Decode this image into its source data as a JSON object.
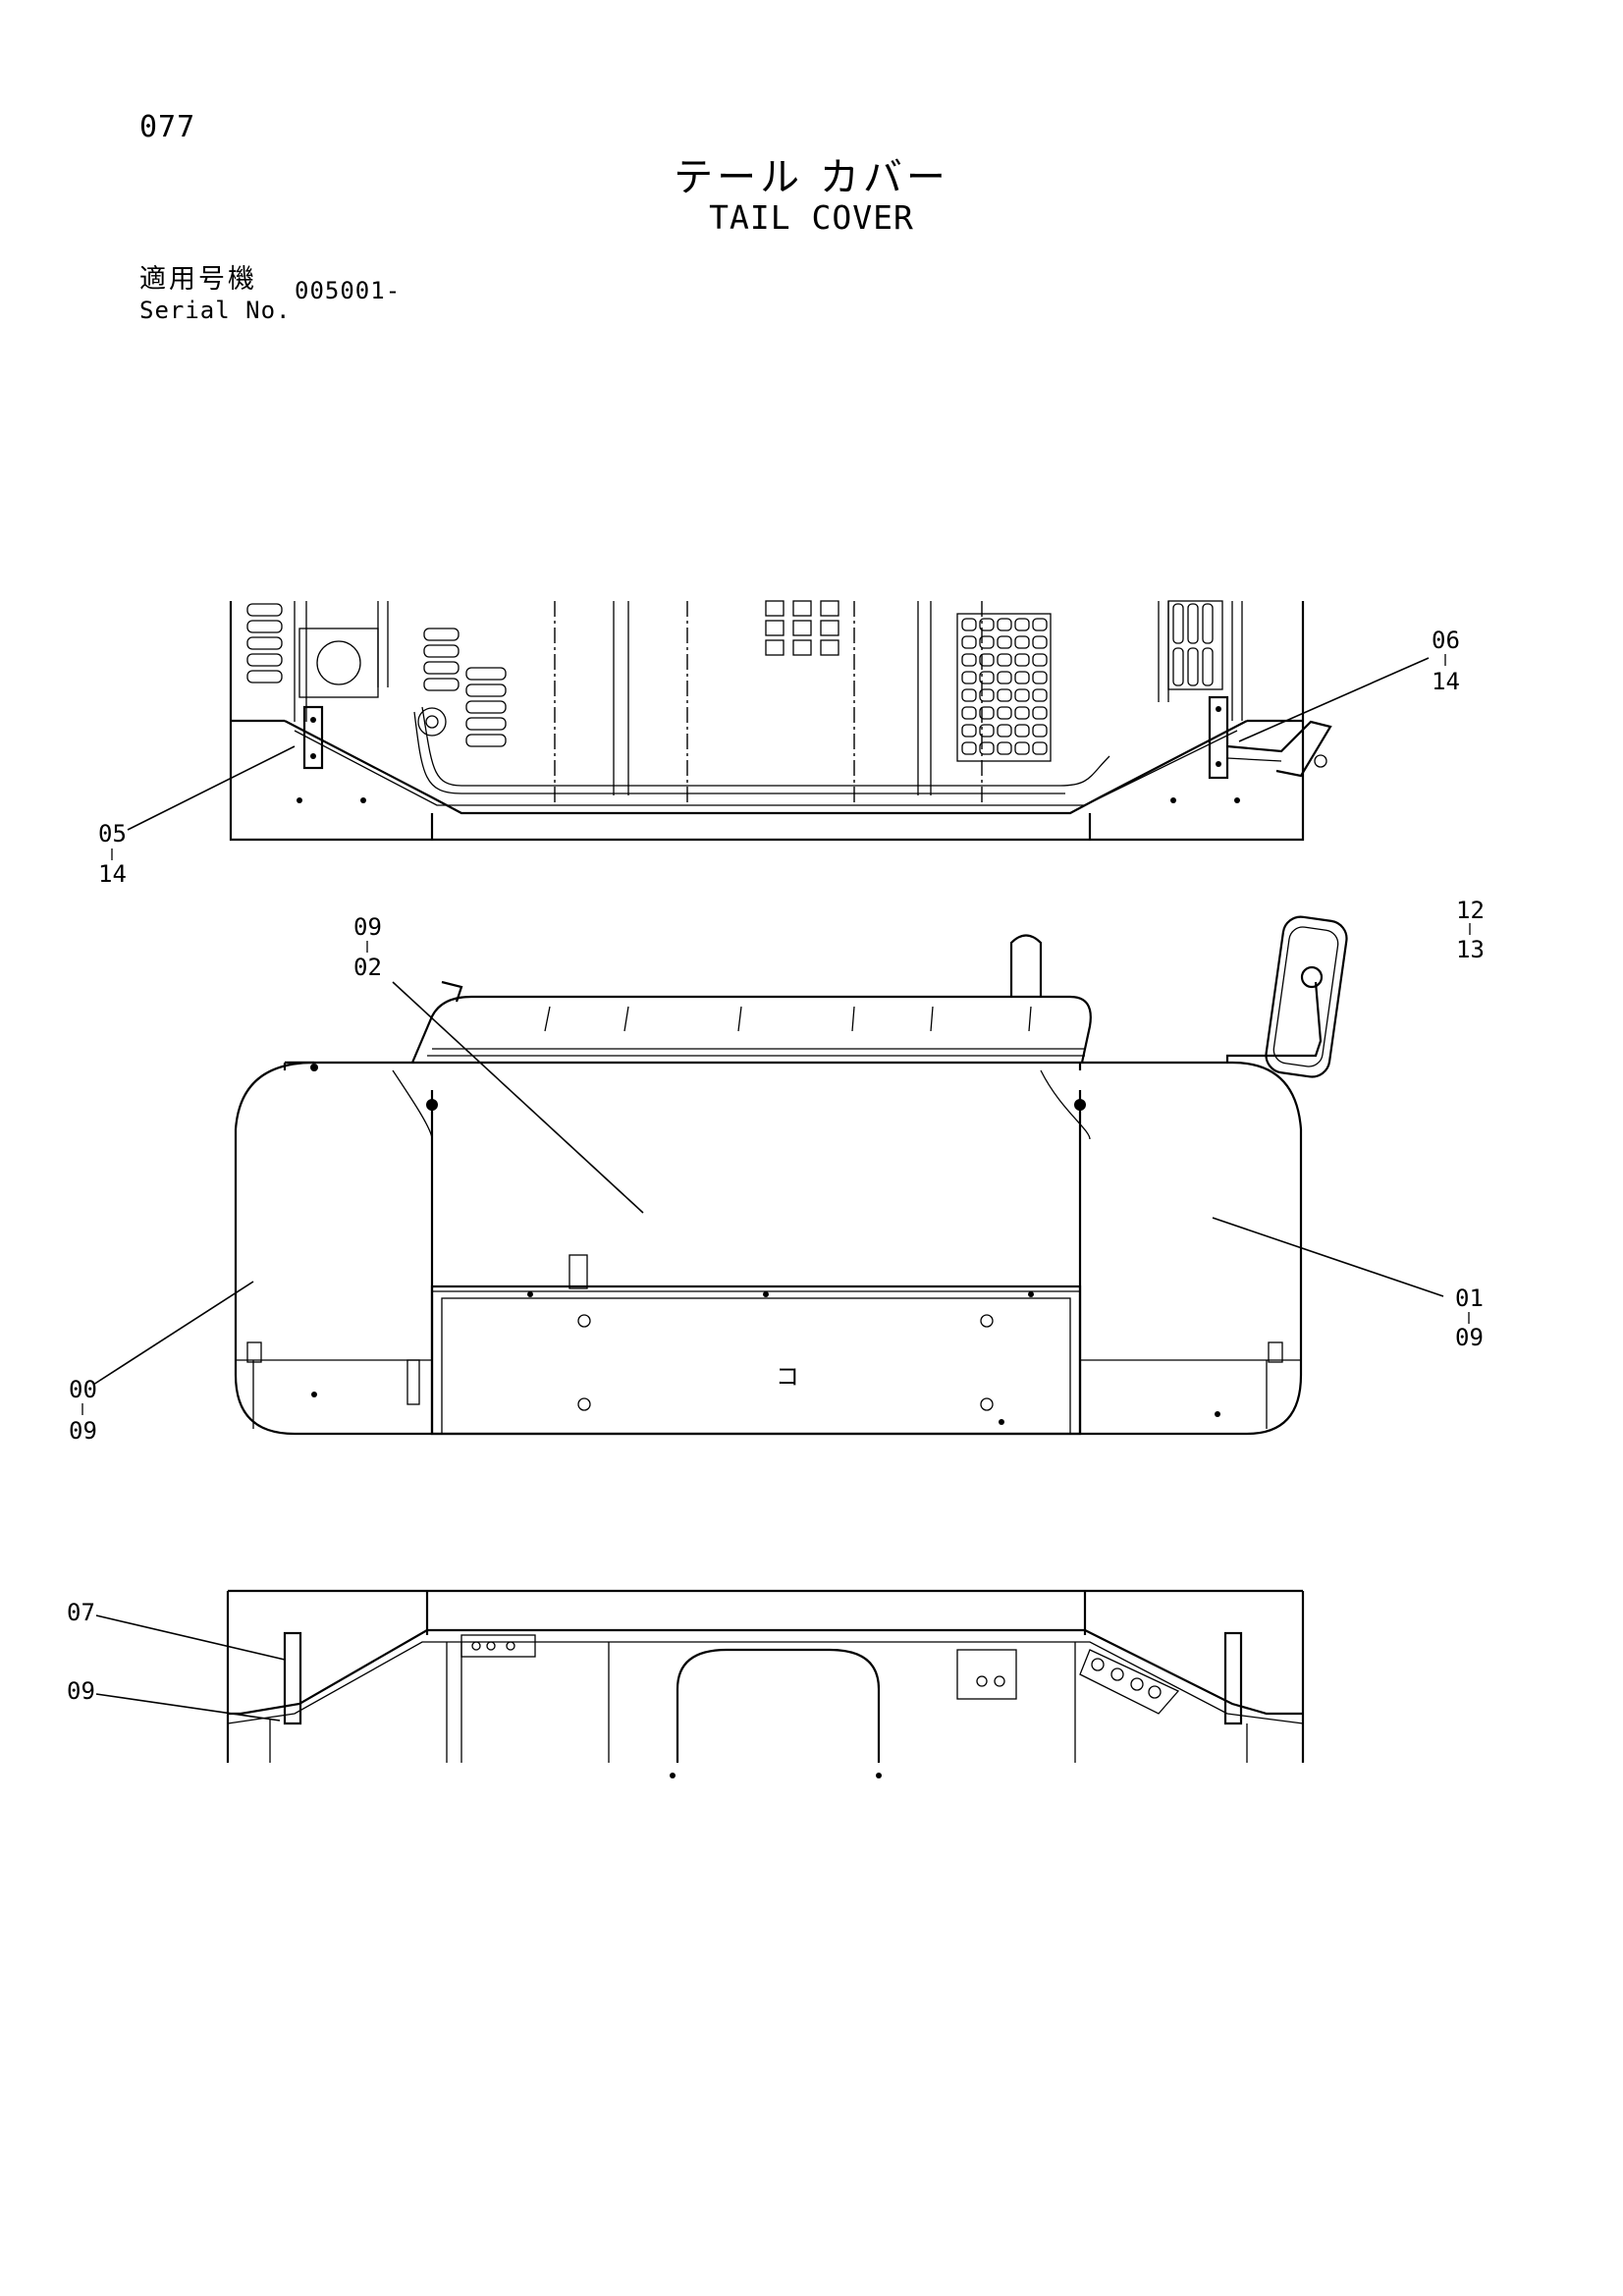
{
  "header": {
    "page_number": "077",
    "title_jp": "テール カバー",
    "title_en": "TAIL COVER",
    "serial_label_jp": "適用号機",
    "serial_label_en": "Serial No.",
    "serial_value": "005001-"
  },
  "callouts": {
    "c1": {
      "top": "06",
      "bottom": "14"
    },
    "c2": {
      "top": "05",
      "bottom": "14"
    },
    "c3": {
      "top": "12",
      "bottom": "13"
    },
    "c4": {
      "top": "09",
      "bottom": "02"
    },
    "c5": {
      "top": "01",
      "bottom": "09"
    },
    "c6": {
      "top": "00",
      "bottom": "09"
    },
    "c7": {
      "top": "07"
    },
    "c8": {
      "top": "09"
    }
  },
  "panel_mark": "コ"
}
